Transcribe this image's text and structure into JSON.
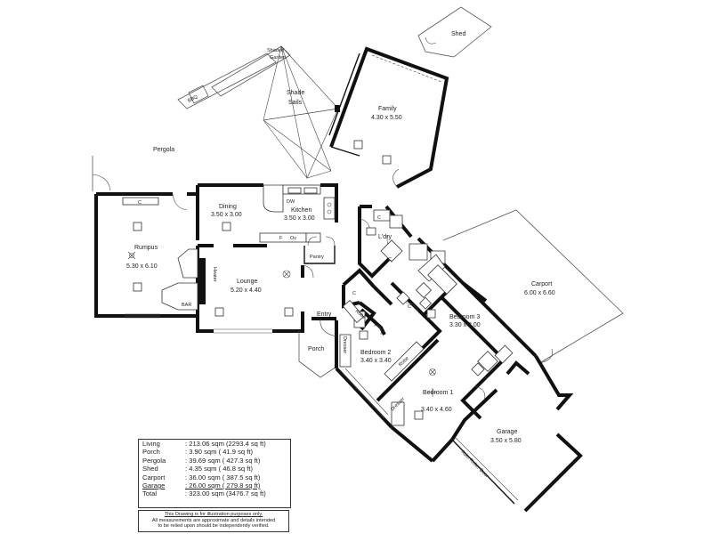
{
  "rooms": {
    "shed": "Shed",
    "shaded_garden_1": "Shaded",
    "shaded_garden_2": "Garden",
    "bbq": "BBQ",
    "shade_sails_1": "Shade",
    "shade_sails_2": "Sails",
    "pergola": "Pergola",
    "family": "Family",
    "family_dim": "4.30 x 5.50",
    "dining": "Dining",
    "dining_dim": "3.50 x 3.00",
    "kitchen": "Kitchen",
    "kitchen_dim": "3.50 x 3.00",
    "dw": "DW",
    "f": "F",
    "ov": "Ov",
    "pantry": "Pantry",
    "rumpus": "Rumpus",
    "rumpus_dim": "5.30 x 6.10",
    "c": "C",
    "lounge": "Lounge",
    "lounge_dim": "5.20 x 4.40",
    "heater": "Heater",
    "bar": "BAR",
    "ldry": "L'dry",
    "entry": "Entry",
    "porch": "Porch",
    "robe": "Robe",
    "dresser": "Dresser",
    "bedroom2": "Bedroom 2",
    "bedroom2_dim": "3.40 x 3.40",
    "bedroom3": "Bedroom 3",
    "bedroom3_dim": "3.30 x 3.00",
    "bedroom1": "Bedroom 1",
    "bedroom1_dim": "3.40 x 4.60",
    "carport": "Carport",
    "carport_dim": "6.00 x 6.60",
    "garage": "Garage",
    "garage_dim": "3.50 x 5.80",
    "roller_door": "Auto Roller Door"
  },
  "areas": [
    {
      "name": "Living",
      "value": ": 213.06 sqm (2293.4 sq ft)"
    },
    {
      "name": "Porch",
      "value": ":     3.90 sqm (   41.9 sq ft)"
    },
    {
      "name": "Pergola",
      "value": ":   39.69 sqm (  427.3 sq ft)"
    },
    {
      "name": "Shed",
      "value": ":     4.35 sqm (   46.8 sq ft)"
    },
    {
      "name": "Carport",
      "value": ":   36.00 sqm (  387.5 sq ft)"
    },
    {
      "name": "Garage",
      "value": ":   26.00 sqm (  279.8 sq ft)"
    }
  ],
  "total": {
    "name": "Total",
    "value": ": 323.00 sqm (3476.7 sq ft)"
  },
  "disclaimer": {
    "line1": "This Drawing is for illustration purposes only.",
    "line2": "All measurements are approximate and details intended",
    "line3": "to be relied upon should be independently verified."
  }
}
